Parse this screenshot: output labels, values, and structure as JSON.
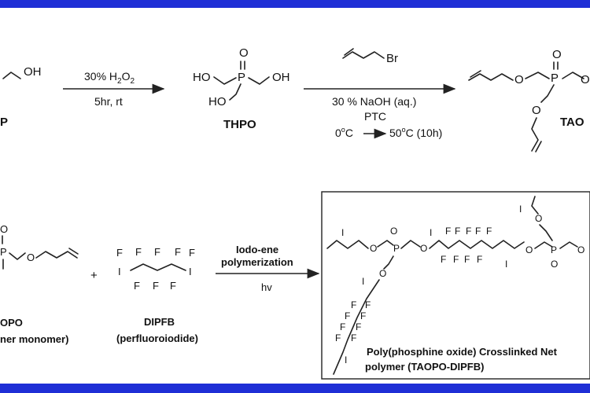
{
  "frame_color": "#1f2fd6",
  "reactant_left": {
    "atom_oh": "OH",
    "label": "P"
  },
  "step1": {
    "reagent_prefix": "30% H",
    "reagent_sub": "2",
    "reagent_o": "O",
    "reagent_sub2": "2",
    "conditions": "5hr, rt"
  },
  "thpo": {
    "label": "THPO",
    "o": "O",
    "p": "P",
    "oh1": "HO",
    "oh2": "OH",
    "oh3": "HO"
  },
  "step2": {
    "br": "Br",
    "line1": "30 % NaOH (aq.)",
    "line2": "PTC",
    "line3_start": "0",
    "line3_unit_start": "C",
    "line3_end": "50",
    "line3_unit_end": "C (10h)",
    "deg": "o"
  },
  "taopo_top": {
    "label": "TAO",
    "o": "O",
    "p": "P"
  },
  "bottom_left": {
    "p": "P",
    "o": "O",
    "label1": "OPO",
    "label2": "ner monomer)"
  },
  "plus": "+",
  "dipfb": {
    "label": "DIPFB",
    "sublabel": "(perfluoroiodide)",
    "f": "F",
    "i": "I"
  },
  "step3": {
    "line1": "Iodo-ene",
    "line2": "polymerization",
    "line3": "hv"
  },
  "polymer": {
    "label1": "Poly(phosphine oxide) Crosslinked Net",
    "label2": "polymer (TAOPO-DIPFB)",
    "i": "I",
    "o": "O",
    "p": "P",
    "f": "F"
  }
}
